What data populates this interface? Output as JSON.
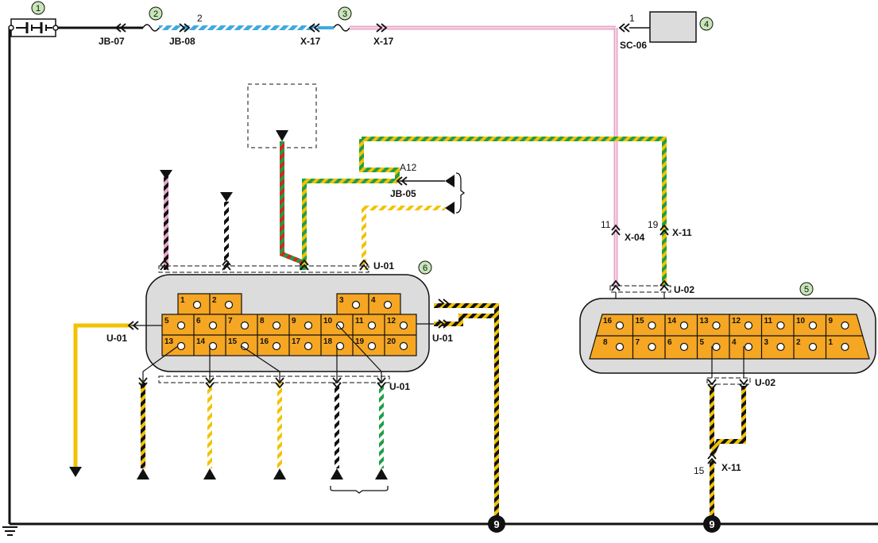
{
  "colors": {
    "orange": "#F5A623",
    "pink": "#E9A6C9",
    "blue": "#3FA9E0",
    "green": "#1F9E48",
    "yellow": "#F2C200",
    "black": "#111111",
    "red": "#D9261C",
    "badge": "#C8E6B8",
    "module": "#DCDCDC"
  },
  "callouts": [
    "1",
    "2",
    "3",
    "4",
    "5",
    "6"
  ],
  "connectors": {
    "jb07": "JB-07",
    "jb08": "JB-08",
    "x17a": "X-17",
    "x17b": "X-17",
    "sc06": "SC-06",
    "jb05": "JB-05",
    "x04": "X-04",
    "x11a": "X-11",
    "x11b": "X-11",
    "u01a": "U-01",
    "u01b": "U-01",
    "u01c": "U-01",
    "u01d": "U-01",
    "u02a": "U-02",
    "u02b": "U-02"
  },
  "pin_refs": {
    "wire2": "2",
    "sc06": "1",
    "a12": "A12",
    "x04": "11",
    "x11": "19",
    "x11b": "15"
  },
  "ground_points": [
    "9",
    "9"
  ],
  "module6_pins": {
    "top_left": [
      "1",
      "2"
    ],
    "top_right": [
      "3",
      "4"
    ],
    "row1": [
      "5",
      "6",
      "7",
      "8",
      "9",
      "10",
      "11",
      "12"
    ],
    "row2": [
      "13",
      "14",
      "15",
      "16",
      "17",
      "18",
      "19",
      "20"
    ]
  },
  "module5_pins": {
    "row1": [
      "16",
      "15",
      "14",
      "13",
      "12",
      "11",
      "10",
      "9"
    ],
    "row2": [
      "8",
      "7",
      "6",
      "5",
      "4",
      "3",
      "2",
      "1"
    ]
  }
}
